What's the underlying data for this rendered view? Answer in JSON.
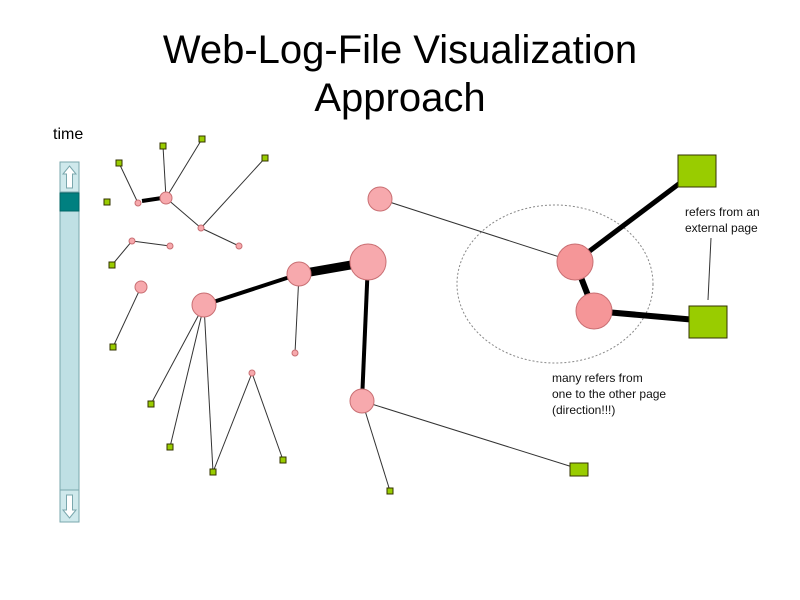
{
  "slide": {
    "title_line1": "Web-Log-File Visualization",
    "title_line2": "Approach"
  },
  "timeline": {
    "label": "time"
  },
  "annotations": {
    "external_line1": "refers from an",
    "external_line2": "external page",
    "many_line1": "many refers from",
    "many_line2": "one to the other page",
    "many_line3": "(direction!!!)"
  },
  "colors": {
    "page_node_fill": "#f7a9ad",
    "page_node_stroke": "#c96f73",
    "external_node_fill": "#99cc00",
    "external_node_stroke": "#333300",
    "scrollbar_track": "#bfe0e4",
    "scrollbar_thumb": "#008080"
  }
}
